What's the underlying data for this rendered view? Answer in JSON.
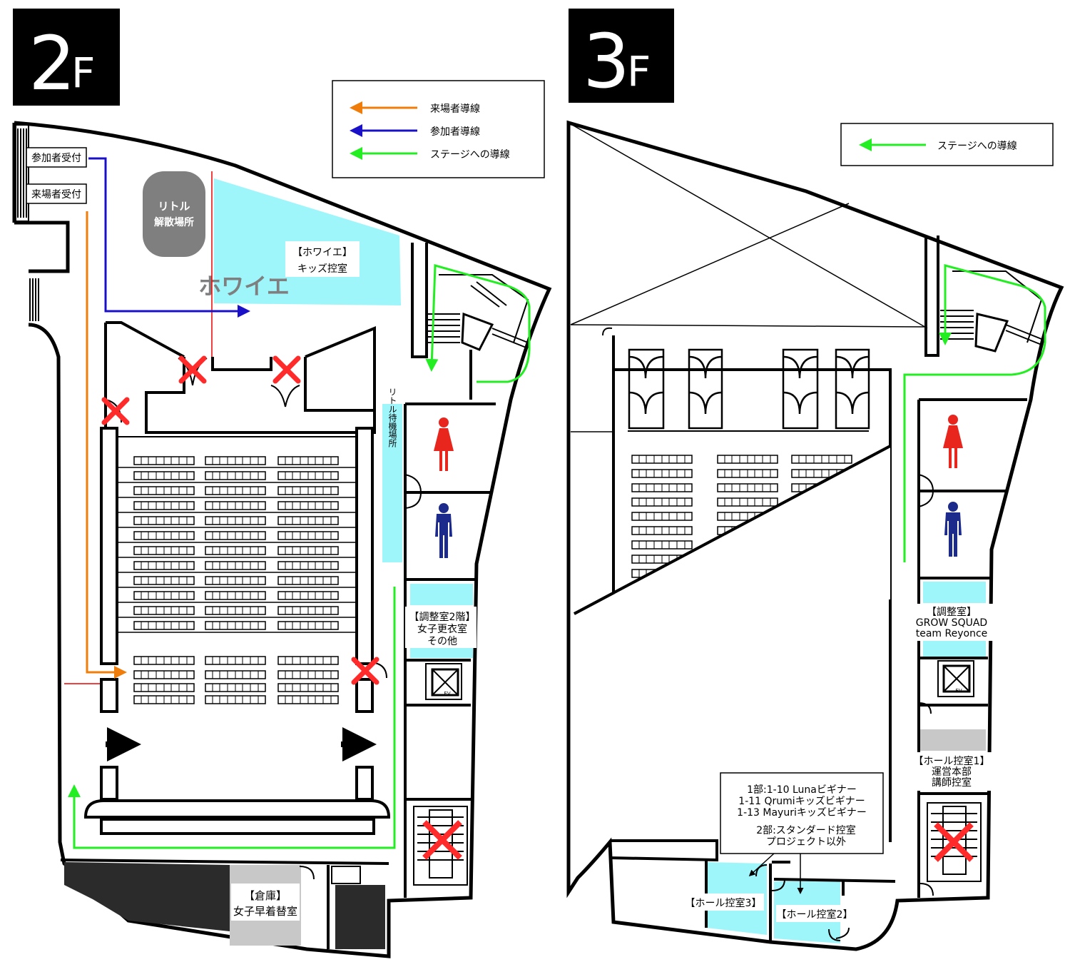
{
  "floor2": {
    "title_num": "2",
    "title_suffix": "F",
    "reception_participant": "参加者受付",
    "reception_visitor": "来場者受付",
    "dispersal_line1": "リトル",
    "dispersal_line2": "解散場所",
    "foyer": "ホワイエ",
    "kids_room_line1": "【ホワイエ】",
    "kids_room_line2": "キッズ控室",
    "little_waiting": "リトル待機場所",
    "adjust_room_line1": "【調整室2階】",
    "adjust_room_line2": "女子更衣室",
    "adjust_room_line3": "その他",
    "storage_line1": "【倉庫】",
    "storage_line2": "女子早着替室",
    "elevator": "EV"
  },
  "legend2": {
    "items": [
      {
        "label": "来場者導線",
        "color": "#f07d0a"
      },
      {
        "label": "参加者導線",
        "color": "#1a10c8"
      },
      {
        "label": "ステージへの導線",
        "color": "#22ee22"
      }
    ]
  },
  "floor3": {
    "title_num": "3",
    "title_suffix": "F",
    "adjust_room_line1": "【調整室】",
    "adjust_room_line2": "GROW SQUAD",
    "adjust_room_line3": "team Reyonce",
    "hall_room1_line1": "【ホール控室1】",
    "hall_room1_line2": "運営本部",
    "hall_room1_line3": "講師控室",
    "hall_room3": "【ホール控室3】",
    "hall_room2": "【ホール控室2】",
    "elevator": "EV",
    "note_lines": [
      "1部:1-10 Lunaビギナー",
      "1-11 Qrumiキッズビギナー",
      "1-13 Mayuriキッズビギナー",
      "2部:スタンダード控室",
      "プロジェクト以外"
    ]
  },
  "legend3": {
    "items": [
      {
        "label": "ステージへの導線",
        "color": "#22ee22"
      }
    ]
  },
  "colors": {
    "accent_cyan": "#9ef6fb",
    "dispersal_gray": "#7f7f7f",
    "storage_gray": "#c8c8c8",
    "dark_block": "#2b2b2b",
    "blocked_red": "#ff2a2a",
    "female_red": "#e8261e",
    "male_blue": "#1c2a8c"
  },
  "icons": [
    "female-restroom-icon",
    "male-restroom-icon",
    "closed-x-icon",
    "elevator-icon",
    "direction-arrow-icon"
  ]
}
